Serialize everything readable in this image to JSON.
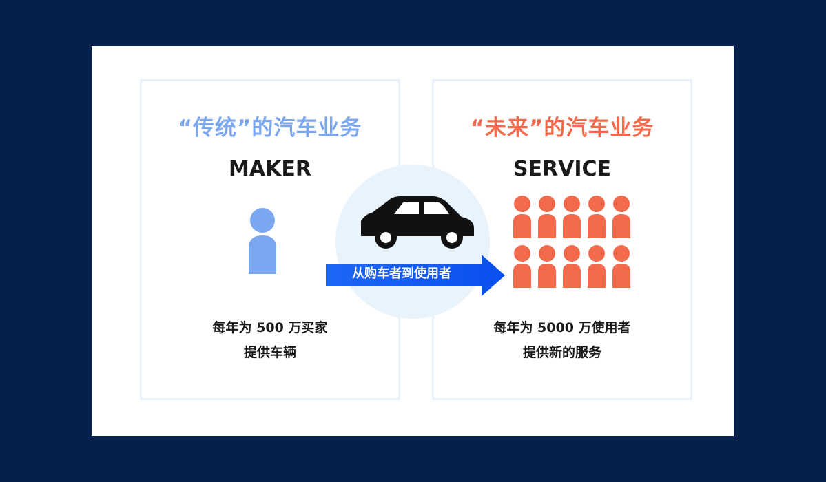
{
  "left": {
    "heading": "“传统”的汽车业务",
    "role": "MAKER",
    "caption_line1": "每年为 500 万买家",
    "caption_line2": "提供车辆"
  },
  "right": {
    "heading": "“未来”的汽车业务",
    "role": "SERVICE",
    "caption_line1": "每年为 5000 万使用者",
    "caption_line2": "提供新的服务"
  },
  "center": {
    "arrow_label": "从购车者到使用者"
  },
  "colors": {
    "background": "#05204a",
    "traditional": "#7aa7f0",
    "future": "#f26a4b",
    "arrow": "#0a57f0",
    "car": "#111111"
  },
  "icons": {
    "left_person": "person-icon",
    "right_people": "people-group-icon",
    "car": "car-icon",
    "arrow": "arrow-right-icon"
  }
}
